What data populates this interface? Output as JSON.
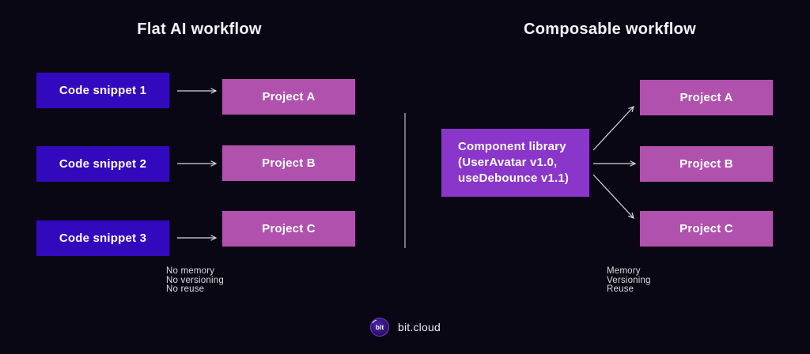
{
  "colors": {
    "background": "#0a0714",
    "snippet_box": "#3309bd",
    "project_box": "#b151ae",
    "library_box": "#8b36ca",
    "arrow": "#d9d9d9",
    "divider": "#a3a3ab",
    "footnote": "#dcdcdc",
    "title_text": "#f5f5f7"
  },
  "sections": {
    "flat": {
      "title": "Flat AI workflow",
      "sources": [
        "Code snippet 1",
        "Code snippet 2",
        "Code snippet 3"
      ],
      "targets": [
        "Project A",
        "Project B",
        "Project C"
      ],
      "footnote_lines": [
        "No memory",
        "No versioning",
        "No reuse"
      ]
    },
    "composable": {
      "title": "Composable workflow",
      "library_lines": [
        "Component library",
        "(UserAvatar v1.0,",
        "useDebounce v1.1)"
      ],
      "targets": [
        "Project A",
        "Project B",
        "Project C"
      ],
      "footnote_lines": [
        "Memory",
        "Versioning",
        "Reuse"
      ]
    }
  },
  "footer": {
    "logo_text": "bit",
    "brand": "bit.cloud"
  }
}
